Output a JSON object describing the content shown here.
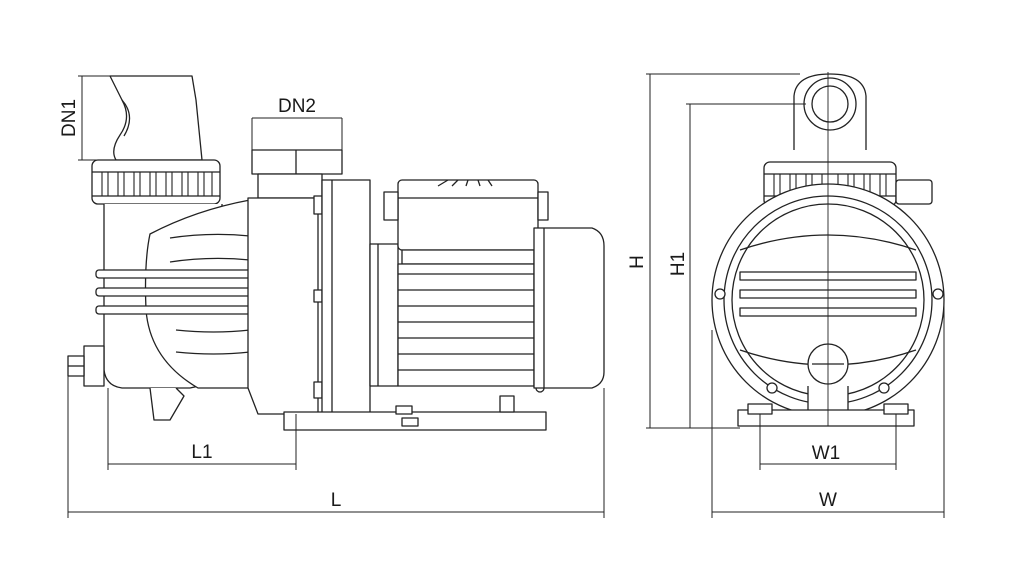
{
  "labels": {
    "dn1": "DN1",
    "dn2": "DN2",
    "l1": "L1",
    "l": "L",
    "h": "H",
    "h1": "H1",
    "w1": "W1",
    "w": "W"
  },
  "colors": {
    "line": "#222222",
    "fill": "#ffffff"
  }
}
